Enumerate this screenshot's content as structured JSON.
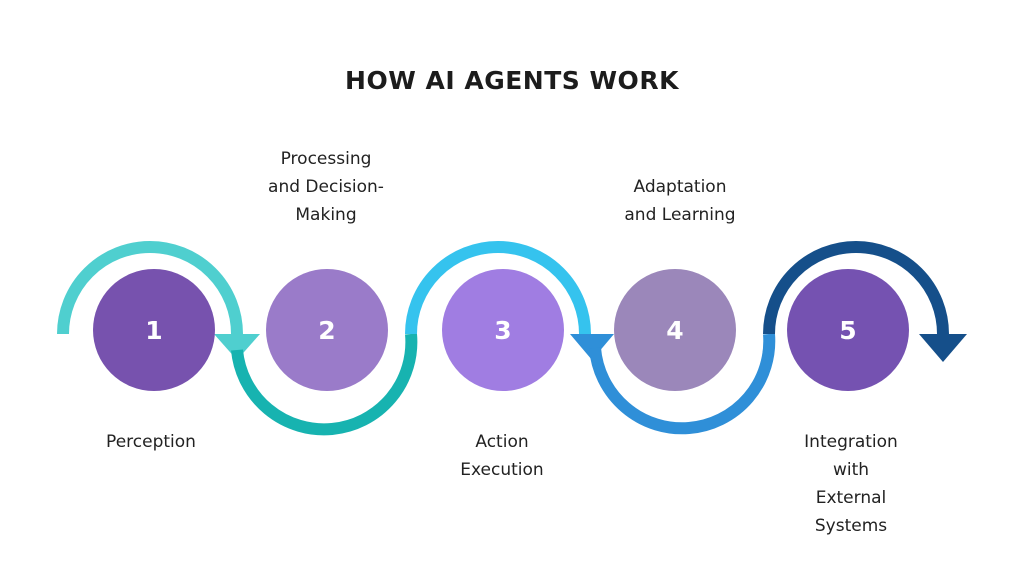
{
  "title": "HOW AI AGENTS WORK",
  "steps": [
    {
      "number": "1",
      "label": "Perception",
      "color": "#7752ae"
    },
    {
      "number": "2",
      "label": "Processing and Decision-Making",
      "color": "#9a7bc9"
    },
    {
      "number": "3",
      "label": "Action Execution",
      "color": "#a07de2"
    },
    {
      "number": "4",
      "label": "Adaptation and Learning",
      "color": "#9b87ba"
    },
    {
      "number": "5",
      "label": "Integration with External Systems",
      "color": "#7552b1"
    }
  ],
  "arrow_colors": [
    "#4fcfcf",
    "#17b3b0",
    "#35c3ee",
    "#2f8fd8",
    "#154f8a"
  ]
}
